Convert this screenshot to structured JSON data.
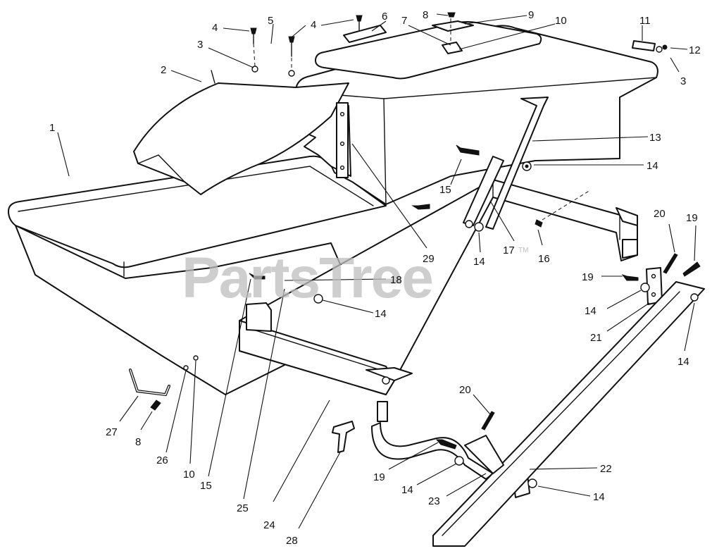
{
  "watermark": {
    "text": "PartsTree",
    "tm": "TM"
  },
  "callouts": [
    {
      "id": "c1",
      "label": "1"
    },
    {
      "id": "c2",
      "label": "2"
    },
    {
      "id": "c3a",
      "label": "3"
    },
    {
      "id": "c3b",
      "label": "3"
    },
    {
      "id": "c4a",
      "label": "4"
    },
    {
      "id": "c4b",
      "label": "4"
    },
    {
      "id": "c5",
      "label": "5"
    },
    {
      "id": "c6",
      "label": "6"
    },
    {
      "id": "c7",
      "label": "7"
    },
    {
      "id": "c8a",
      "label": "8"
    },
    {
      "id": "c8b",
      "label": "8"
    },
    {
      "id": "c9",
      "label": "9"
    },
    {
      "id": "c10a",
      "label": "10"
    },
    {
      "id": "c10b",
      "label": "10"
    },
    {
      "id": "c11",
      "label": "11"
    },
    {
      "id": "c12",
      "label": "12"
    },
    {
      "id": "c13",
      "label": "13"
    },
    {
      "id": "c14a",
      "label": "14"
    },
    {
      "id": "c14b",
      "label": "14"
    },
    {
      "id": "c14c",
      "label": "14"
    },
    {
      "id": "c14d",
      "label": "14"
    },
    {
      "id": "c14e",
      "label": "14"
    },
    {
      "id": "c14f",
      "label": "14"
    },
    {
      "id": "c14g",
      "label": "14"
    },
    {
      "id": "c15a",
      "label": "15"
    },
    {
      "id": "c15b",
      "label": "15"
    },
    {
      "id": "c16",
      "label": "16"
    },
    {
      "id": "c17",
      "label": "17"
    },
    {
      "id": "c18",
      "label": "18"
    },
    {
      "id": "c19a",
      "label": "19"
    },
    {
      "id": "c19b",
      "label": "19"
    },
    {
      "id": "c19c",
      "label": "19"
    },
    {
      "id": "c20a",
      "label": "20"
    },
    {
      "id": "c20b",
      "label": "20"
    },
    {
      "id": "c21",
      "label": "21"
    },
    {
      "id": "c22",
      "label": "22"
    },
    {
      "id": "c23",
      "label": "23"
    },
    {
      "id": "c24",
      "label": "24"
    },
    {
      "id": "c25",
      "label": "25"
    },
    {
      "id": "c26",
      "label": "26"
    },
    {
      "id": "c27",
      "label": "27"
    },
    {
      "id": "c28",
      "label": "28"
    },
    {
      "id": "c29",
      "label": "29"
    }
  ]
}
